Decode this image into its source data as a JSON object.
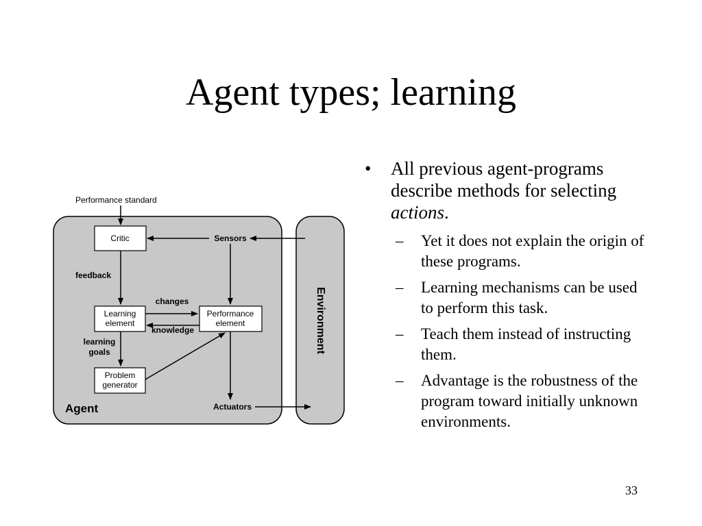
{
  "slide": {
    "title": "Agent types; learning",
    "page_number": "33"
  },
  "diagram": {
    "performance_standard": "Performance standard",
    "critic": "Critic",
    "sensors": "Sensors",
    "feedback": "feedback",
    "changes": "changes",
    "knowledge": "knowledge",
    "learning_element_line1": "Learning",
    "learning_element_line2": "element",
    "performance_element_line1": "Performance",
    "performance_element_line2": "element",
    "learning_goals_line1": "learning",
    "learning_goals_line2": "goals",
    "problem_generator_line1": "Problem",
    "problem_generator_line2": "generator",
    "actuators": "Actuators",
    "agent": "Agent",
    "environment": "Environment",
    "colors": {
      "panel_fill": "#c8c8c8",
      "box_fill": "#ffffff",
      "stroke": "#000000"
    }
  },
  "bullets": {
    "main_mark": "•",
    "main_text_1": "All previous agent-programs describe methods for selecting ",
    "main_text_em": "actions",
    "main_text_2": ".",
    "dash_mark": "–",
    "sub": [
      "Yet it does not explain the origin of these programs.",
      "Learning mechanisms can be used to perform this task.",
      "Teach them instead of instructing them.",
      "Advantage is the robustness of the program toward initially unknown environments."
    ]
  }
}
